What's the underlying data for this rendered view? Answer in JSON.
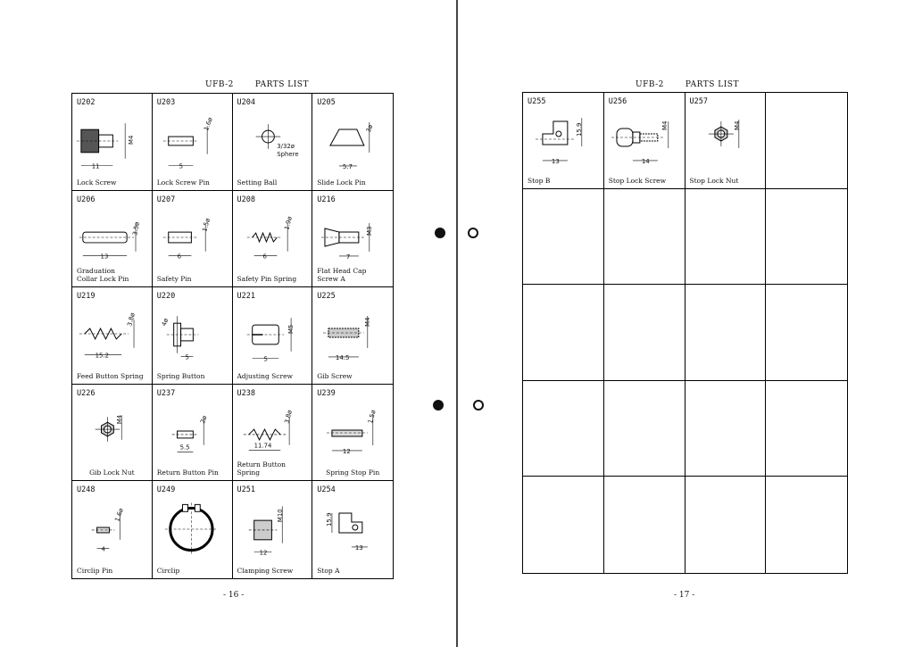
{
  "left_page": {
    "title": "UFB-2",
    "subtitle": "PARTS LIST",
    "page_number": "- 16 -",
    "parts": [
      {
        "code": "U202",
        "name": "Lock Screw",
        "dims": [
          "11",
          "M4"
        ]
      },
      {
        "code": "U203",
        "name": "Lock Screw Pin",
        "dims": [
          "5",
          "1.6ø"
        ]
      },
      {
        "code": "U204",
        "name": "Setting Ball",
        "dims": [
          "3/32ø",
          "Sphere"
        ]
      },
      {
        "code": "U205",
        "name": "Slide Lock Pin",
        "dims": [
          "5.7",
          "3ø"
        ]
      },
      {
        "code": "U206",
        "name": "Graduation Collar Lock Pin",
        "name_lines": [
          "Graduation",
          "Collar Lock Pin"
        ],
        "dims": [
          "13",
          "3.5ø"
        ]
      },
      {
        "code": "U207",
        "name": "Safety Pin",
        "dims": [
          "6",
          "1.5ø"
        ]
      },
      {
        "code": "U208",
        "name": "Safety Pin Spring",
        "dims": [
          "6",
          "1.9ø"
        ]
      },
      {
        "code": "U216",
        "name": "Flat Head Cap Screw A",
        "name_lines": [
          "Flat Head Cap",
          "Screw A"
        ],
        "dims": [
          "7",
          "M3"
        ]
      },
      {
        "code": "U219",
        "name": "Feed Button Spring",
        "dims": [
          "15.2",
          "3.8ø"
        ]
      },
      {
        "code": "U220",
        "name": "Spring Button",
        "dims": [
          "5",
          "4ø"
        ]
      },
      {
        "code": "U221",
        "name": "Adjusting Screw",
        "dims": [
          "5",
          "M5"
        ]
      },
      {
        "code": "U225",
        "name": "Gib Screw",
        "dims": [
          "14.5",
          "M4"
        ]
      },
      {
        "code": "U226",
        "name": "Gib Lock Nut",
        "dims": [
          "M4"
        ]
      },
      {
        "code": "U237",
        "name": "Return Button Pin",
        "dims": [
          "5.5",
          "2ø"
        ]
      },
      {
        "code": "U238",
        "name": "Return Button Spring",
        "name_lines": [
          "Return Button",
          "Spring"
        ],
        "dims": [
          "11.74",
          "3.8ø"
        ]
      },
      {
        "code": "U239",
        "name": "Spring Stop Pin",
        "dims": [
          "12",
          "1.5ø"
        ]
      },
      {
        "code": "U248",
        "name": "Circlip Pin",
        "dims": [
          "4",
          "1.6ø"
        ]
      },
      {
        "code": "U249",
        "name": "Circlip",
        "dims": []
      },
      {
        "code": "U251",
        "name": "Clamping Screw",
        "dims": [
          "12",
          "M10"
        ]
      },
      {
        "code": "U254",
        "name": "Stop A",
        "dims": [
          "15.9",
          "13"
        ]
      }
    ]
  },
  "right_page": {
    "title": "UFB-2",
    "subtitle": "PARTS LIST",
    "page_number": "- 17 -",
    "parts": [
      {
        "code": "U255",
        "name": "Stop B",
        "dims": [
          "15.9",
          "13"
        ]
      },
      {
        "code": "U256",
        "name": "Stop Lock Screw",
        "dims": [
          "14",
          "M4"
        ]
      },
      {
        "code": "U257",
        "name": "Stop Lock Nut",
        "dims": [
          "M4"
        ]
      }
    ]
  }
}
